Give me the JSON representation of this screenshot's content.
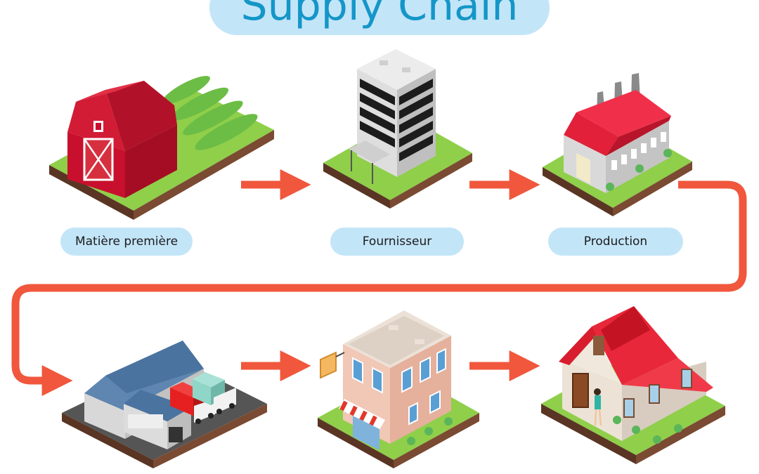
{
  "title": "Supply Chain",
  "stages": [
    {
      "label": "Matière première",
      "icon": "barn-farm-icon"
    },
    {
      "label": "Fournisseur",
      "icon": "office-building-icon"
    },
    {
      "label": "Production",
      "icon": "factory-icon"
    },
    {
      "label": "",
      "icon": "warehouse-trucks-icon"
    },
    {
      "label": "",
      "icon": "retail-store-icon"
    },
    {
      "label": "",
      "icon": "house-customer-icon"
    }
  ],
  "colors": {
    "title_pill": "#c3e5f8",
    "title_text": "#1496c8",
    "label_pill": "#c3e5f8",
    "arrow": "#f0573c",
    "grass": "#8fcf4a",
    "soil": "#6b3f2a"
  }
}
